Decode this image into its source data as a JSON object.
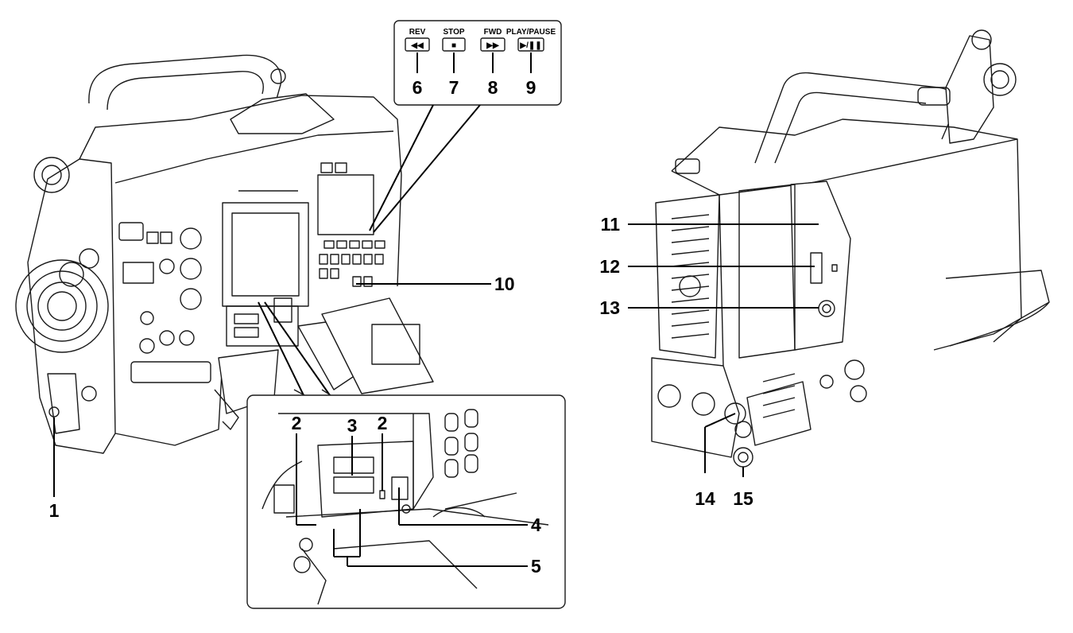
{
  "transport_buttons": [
    {
      "name": "REV",
      "glyph": "◀◀",
      "number": "6"
    },
    {
      "name": "STOP",
      "glyph": "■",
      "number": "7"
    },
    {
      "name": "FWD",
      "glyph": "▶▶",
      "number": "8"
    },
    {
      "name": "PLAY/PAUSE",
      "glyph": "▶/❚❚",
      "number": "9"
    }
  ],
  "callouts_left": {
    "c1": "1",
    "c10": "10"
  },
  "callouts_inset": {
    "c2a": "2",
    "c3": "3",
    "c2b": "2",
    "c4": "4",
    "c5": "5"
  },
  "callouts_right": {
    "c11": "11",
    "c12": "12",
    "c13": "13",
    "c14": "14",
    "c15": "15"
  }
}
